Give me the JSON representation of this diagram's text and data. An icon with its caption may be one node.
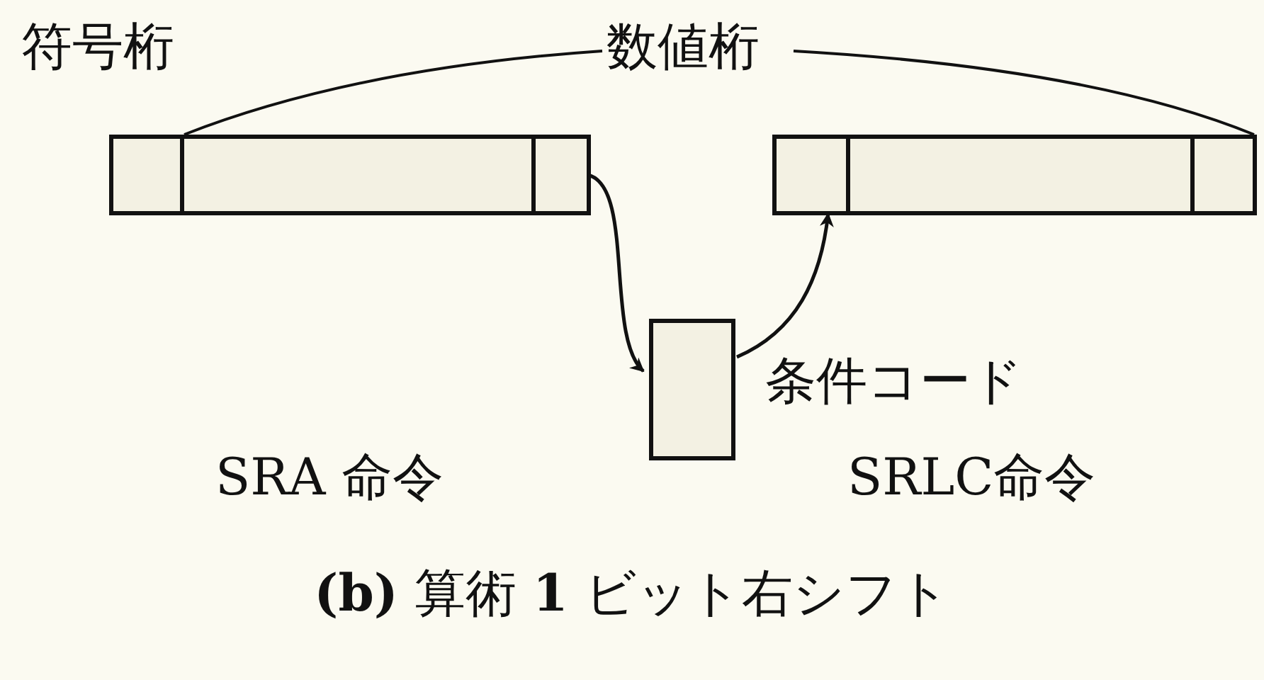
{
  "diagram": {
    "caption": "**(b)** 算術 **1** ビット右シフト",
    "nodes": [
      {
        "text": [],
        "shape": "bar"
      },
      {
        "text": [],
        "shape": "box",
        "in": 0
      },
      {
        "text": [],
        "shape": "box",
        "in": 0
      },
      {
        "text": [],
        "shape": "box",
        "in": 0
      },
      {
        "text": [],
        "shape": "bar"
      },
      {
        "text": [],
        "shape": "box",
        "in": 4
      },
      {
        "text": [],
        "shape": "box",
        "in": 4
      },
      {
        "text": [],
        "shape": "box",
        "in": 4
      },
      {
        "text": [],
        "shape": "box",
        "beside": [
          "条件コード"
        ]
      }
    ],
    "edges": [
      {
        "from": 3,
        "to": 8,
        "arrow": "to"
      },
      {
        "from": 8,
        "to": 5,
        "arrow": "to"
      }
    ],
    "labels": [
      "符号桁",
      "数値桁",
      "SRA 命令",
      "SRLC命令"
    ]
  }
}
